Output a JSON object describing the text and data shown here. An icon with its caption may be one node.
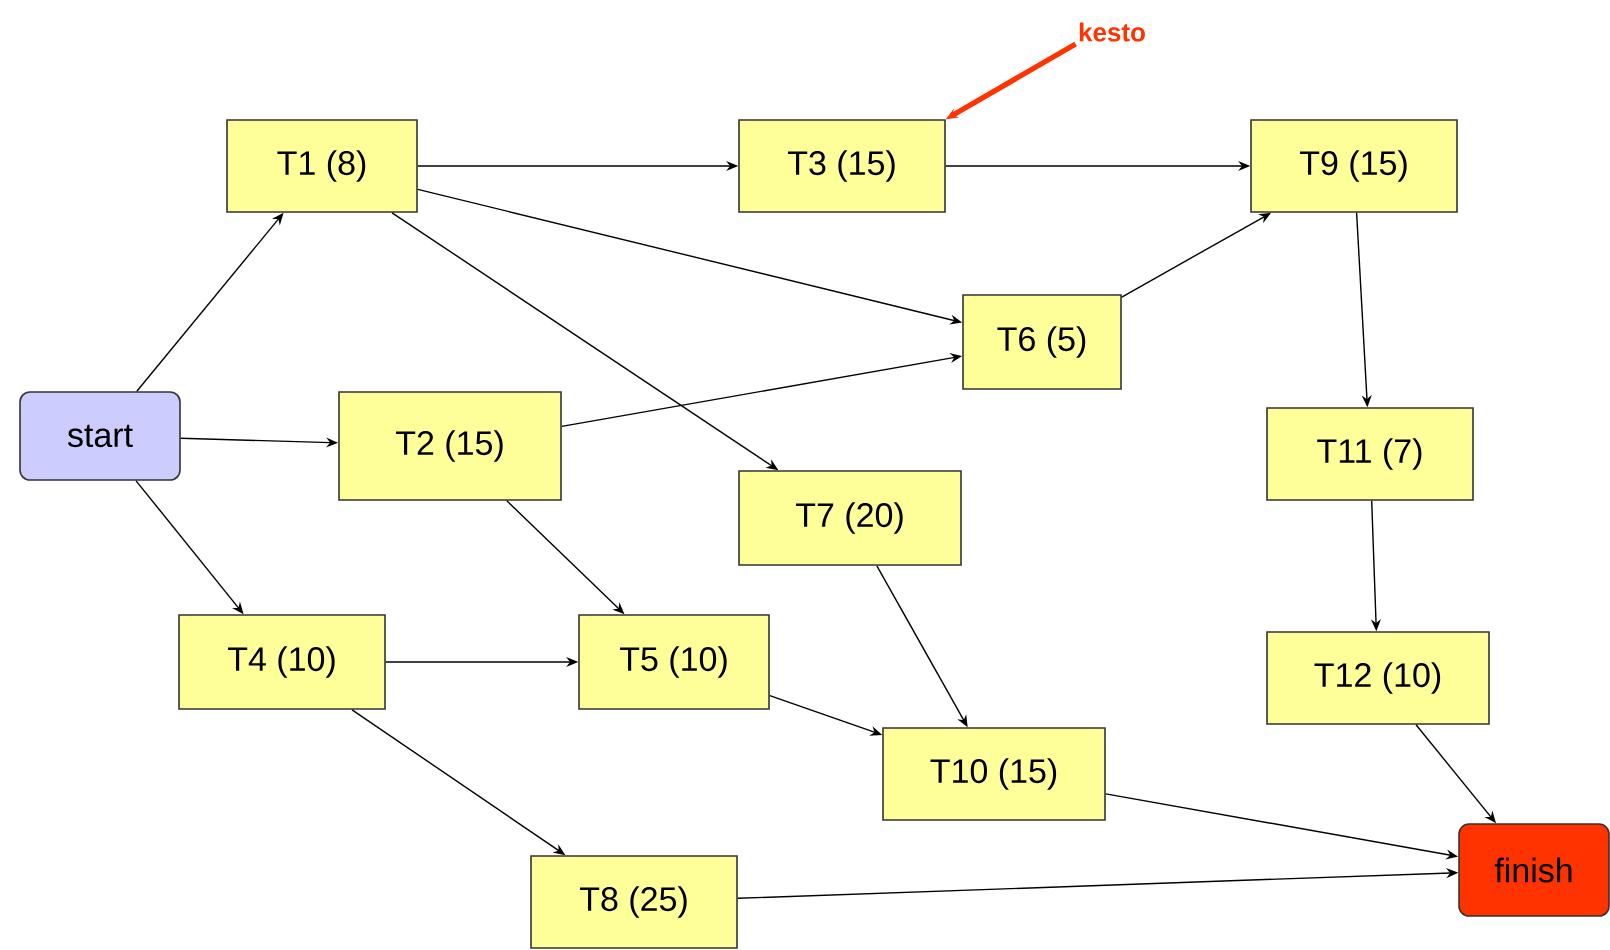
{
  "diagram": {
    "nodes": [
      {
        "text": [
          "start"
        ]
      },
      {
        "text": [
          "T1 (8)"
        ]
      },
      {
        "text": [
          "T2 (15)"
        ]
      },
      {
        "text": [
          "T3 (15)"
        ]
      },
      {
        "text": [
          "T4 (10)"
        ]
      },
      {
        "text": [
          "T5 (10)"
        ]
      },
      {
        "text": [
          "T6 (5)"
        ]
      },
      {
        "text": [
          "T7 (20)"
        ]
      },
      {
        "text": [
          "T8 (25)"
        ]
      },
      {
        "text": [
          "T9 (15)"
        ]
      },
      {
        "text": [
          "T10 (15)"
        ]
      },
      {
        "text": [
          "T11 (7)"
        ]
      },
      {
        "text": [
          "T12 (10)"
        ]
      },
      {
        "text": [
          "finish"
        ]
      },
      {
        "text": [
          "kesto"
        ]
      }
    ],
    "edges": [
      {
        "from": 0,
        "to": 1,
        "arrow": "to"
      },
      {
        "from": 0,
        "to": 2,
        "arrow": "to"
      },
      {
        "from": 0,
        "to": 4,
        "arrow": "to"
      },
      {
        "from": 1,
        "to": 3,
        "arrow": "to"
      },
      {
        "from": 1,
        "to": 6,
        "arrow": "to"
      },
      {
        "from": 1,
        "to": 7,
        "arrow": "to"
      },
      {
        "from": 2,
        "to": 6,
        "arrow": "to"
      },
      {
        "from": 2,
        "to": 5,
        "arrow": "to"
      },
      {
        "from": 4,
        "to": 5,
        "arrow": "to"
      },
      {
        "from": 4,
        "to": 8,
        "arrow": "to"
      },
      {
        "from": 3,
        "to": 9,
        "arrow": "to"
      },
      {
        "from": 6,
        "to": 9,
        "arrow": "to"
      },
      {
        "from": 9,
        "to": 11,
        "arrow": "to"
      },
      {
        "from": 11,
        "to": 12,
        "arrow": "to"
      },
      {
        "from": 7,
        "to": 10,
        "arrow": "to"
      },
      {
        "from": 5,
        "to": 10,
        "arrow": "to"
      },
      {
        "from": 10,
        "to": 13,
        "arrow": "to"
      },
      {
        "from": 8,
        "to": 13,
        "arrow": "to"
      },
      {
        "from": 12,
        "to": 13,
        "arrow": "to"
      },
      {
        "from": 14,
        "to": 3,
        "arrow": "to",
        "style": "thick",
        "color": "#ff3300"
      }
    ]
  }
}
